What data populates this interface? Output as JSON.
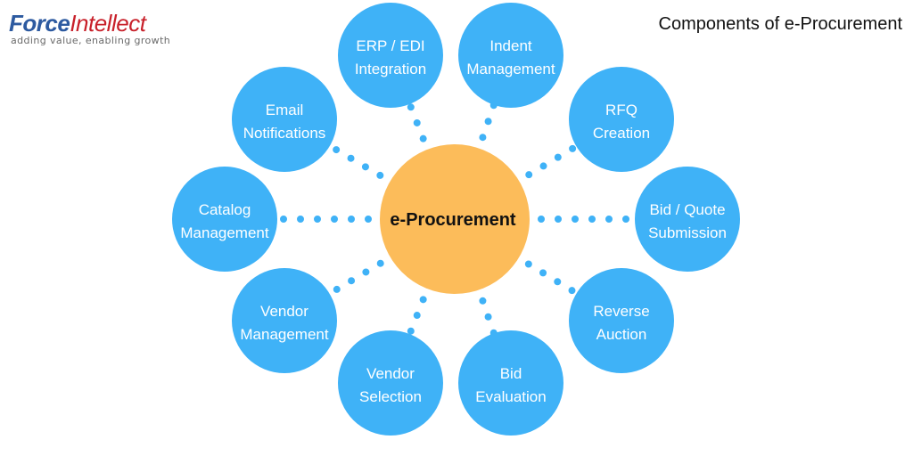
{
  "logo": {
    "force": "Force",
    "intellect": "Intellect",
    "tagline": "adding value, enabling growth"
  },
  "title": "Components of e-Procurement",
  "colors": {
    "node": "#3fb2f7",
    "center": "#fcbc5a",
    "connector": "#3fb2f7"
  },
  "center": {
    "label": "e-Procurement"
  },
  "nodes": [
    {
      "id": "erp-edi-integration",
      "lines": [
        "ERP / EDI",
        "Integration"
      ]
    },
    {
      "id": "indent-management",
      "lines": [
        "Indent",
        "Management"
      ]
    },
    {
      "id": "rfq-creation",
      "lines": [
        "RFQ",
        "Creation"
      ]
    },
    {
      "id": "bid-quote-submission",
      "lines": [
        "Bid / Quote",
        "Submission"
      ]
    },
    {
      "id": "reverse-auction",
      "lines": [
        "Reverse",
        "Auction"
      ]
    },
    {
      "id": "bid-evaluation",
      "lines": [
        "Bid",
        "Evaluation"
      ]
    },
    {
      "id": "vendor-selection",
      "lines": [
        "Vendor",
        "Selection"
      ]
    },
    {
      "id": "vendor-management",
      "lines": [
        "Vendor",
        "Management"
      ]
    },
    {
      "id": "catalog-management",
      "lines": [
        "Catalog",
        "Management"
      ]
    },
    {
      "id": "email-notifications",
      "lines": [
        "Email",
        "Notifications"
      ]
    }
  ]
}
